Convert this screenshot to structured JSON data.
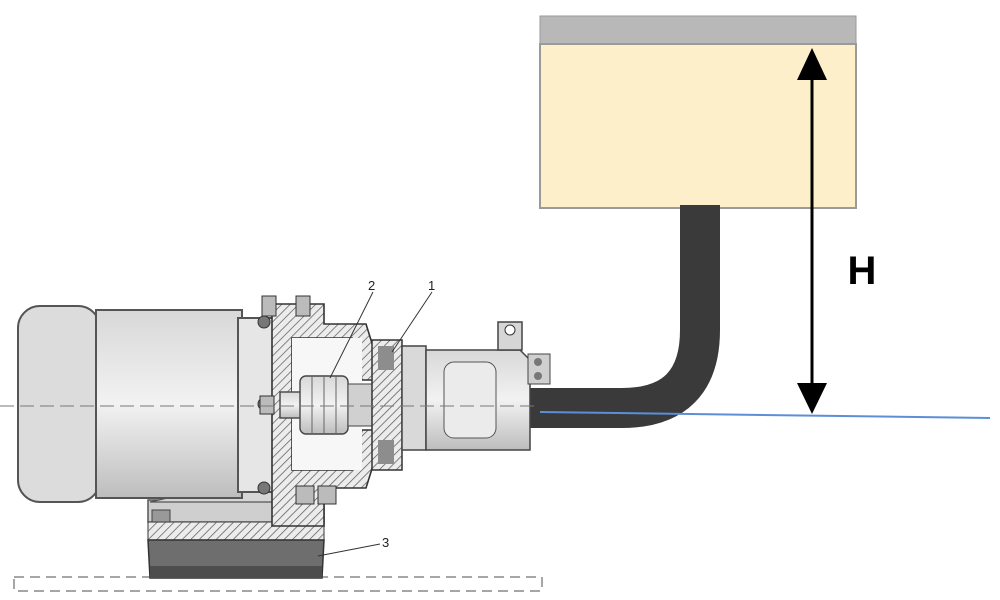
{
  "diagram": {
    "callouts": {
      "coupling": "2",
      "flange": "1",
      "damper": "3"
    },
    "height_label": "H",
    "colors": {
      "tank_fill": "#fcefc9",
      "tank_lid": "#b8b8b8",
      "hose": "#3a3a3a",
      "fluid_level_line": "#5b8fd8",
      "motor_body": "#e3e3e3",
      "metal_dark": "#8d8d8d"
    }
  }
}
